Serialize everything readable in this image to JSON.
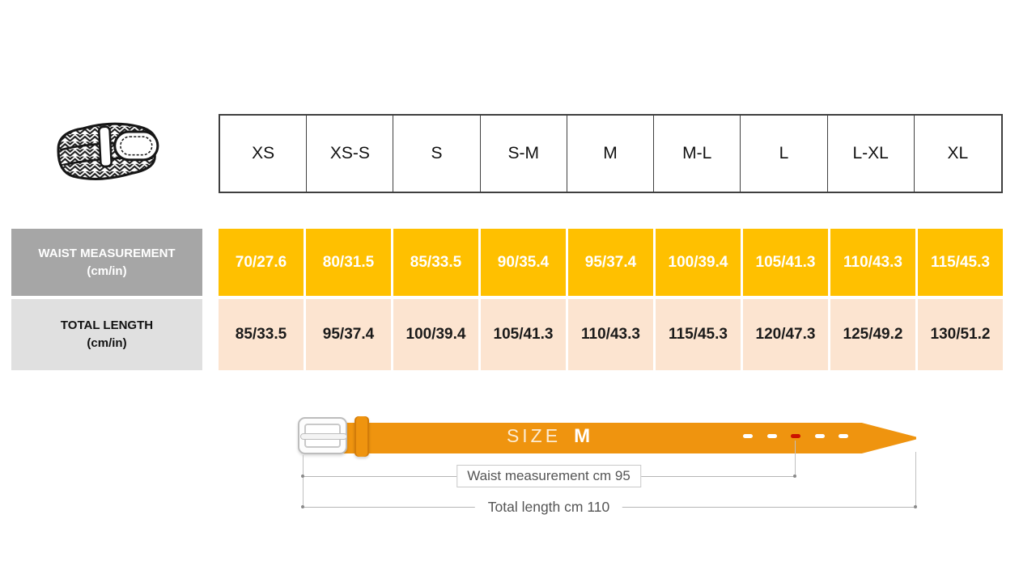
{
  "product_icon": "braided-belt-illustration",
  "chart_data": {
    "type": "table",
    "columns": [
      "XS",
      "XS-S",
      "S",
      "S-M",
      "M",
      "M-L",
      "L",
      "L-XL",
      "XL"
    ],
    "rows": [
      {
        "label_line1": "WAIST MEASUREMENT",
        "label_line2": "(cm/in)",
        "values": [
          "70/27.6",
          "80/31.5",
          "85/33.5",
          "90/35.4",
          "95/37.4",
          "100/39.4",
          "105/41.3",
          "110/43.3",
          "115/45.3"
        ]
      },
      {
        "label_line1": "TOTAL LENGTH",
        "label_line2": "(cm/in)",
        "values": [
          "85/33.5",
          "95/37.4",
          "100/39.4",
          "105/41.3",
          "110/43.3",
          "115/45.3",
          "120/47.3",
          "125/49.2",
          "130/51.2"
        ]
      }
    ]
  },
  "diagram": {
    "size_word": "SIZE",
    "size_value": "M",
    "waist_annotation": "Waist measurement cm 95",
    "length_annotation": "Total length cm 110"
  },
  "colors": {
    "waist_cell": "#FFC000",
    "waist_cell_text": "#FFFFFF",
    "length_cell": "#FCE4D0",
    "waist_label_bg": "#A6A6A6",
    "length_label_bg": "#E0E0E0",
    "belt_orange": "#EF940F",
    "selected_hole_red": "#CC1100",
    "measure_line": "#B5B5B5"
  }
}
